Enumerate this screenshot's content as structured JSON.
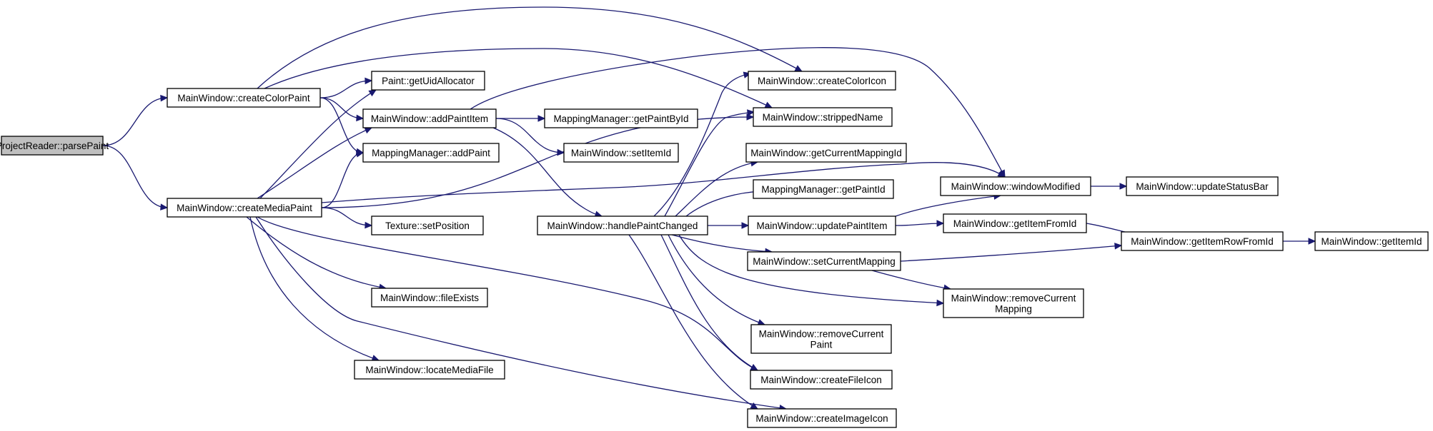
{
  "nodes": [
    {
      "id": "parsePaint",
      "lines": [
        "ProjectReader::parsePaint"
      ],
      "root": true
    },
    {
      "id": "createColorPaint",
      "lines": [
        "MainWindow::createColorPaint"
      ]
    },
    {
      "id": "createMediaPaint",
      "lines": [
        "MainWindow::createMediaPaint"
      ]
    },
    {
      "id": "getUidAllocator",
      "lines": [
        "Paint::getUidAllocator"
      ]
    },
    {
      "id": "addPaintItem",
      "lines": [
        "MainWindow::addPaintItem"
      ]
    },
    {
      "id": "addPaint",
      "lines": [
        "MappingManager::addPaint"
      ]
    },
    {
      "id": "setPosition",
      "lines": [
        "Texture::setPosition"
      ]
    },
    {
      "id": "fileExists",
      "lines": [
        "MainWindow::fileExists"
      ]
    },
    {
      "id": "locateMediaFile",
      "lines": [
        "MainWindow::locateMediaFile"
      ]
    },
    {
      "id": "getPaintById",
      "lines": [
        "MappingManager::getPaintById"
      ]
    },
    {
      "id": "setItemId",
      "lines": [
        "MainWindow::setItemId"
      ]
    },
    {
      "id": "handlePaintChanged",
      "lines": [
        "MainWindow::handlePaintChanged"
      ]
    },
    {
      "id": "createColorIcon",
      "lines": [
        "MainWindow::createColorIcon"
      ]
    },
    {
      "id": "strippedName",
      "lines": [
        "MainWindow::strippedName"
      ]
    },
    {
      "id": "getCurrentMappingId",
      "lines": [
        "MainWindow::getCurrentMappingId"
      ]
    },
    {
      "id": "getPaintId",
      "lines": [
        "MappingManager::getPaintId"
      ]
    },
    {
      "id": "updatePaintItem",
      "lines": [
        "MainWindow::updatePaintItem"
      ]
    },
    {
      "id": "setCurrentMapping",
      "lines": [
        "MainWindow::setCurrentMapping"
      ]
    },
    {
      "id": "removeCurrentPaint",
      "lines": [
        "MainWindow::removeCurrent",
        "Paint"
      ]
    },
    {
      "id": "createFileIcon",
      "lines": [
        "MainWindow::createFileIcon"
      ]
    },
    {
      "id": "createImageIcon",
      "lines": [
        "MainWindow::createImageIcon"
      ]
    },
    {
      "id": "windowModified",
      "lines": [
        "MainWindow::windowModified"
      ]
    },
    {
      "id": "getItemFromId",
      "lines": [
        "MainWindow::getItemFromId"
      ]
    },
    {
      "id": "removeCurrentMapping",
      "lines": [
        "MainWindow::removeCurrent",
        "Mapping"
      ]
    },
    {
      "id": "updateStatusBar",
      "lines": [
        "MainWindow::updateStatusBar"
      ]
    },
    {
      "id": "getItemRowFromId",
      "lines": [
        "MainWindow::getItemRowFromId"
      ]
    },
    {
      "id": "getItemId",
      "lines": [
        "MainWindow::getItemId"
      ]
    }
  ],
  "edges": [
    [
      "parsePaint",
      "createColorPaint"
    ],
    [
      "parsePaint",
      "createMediaPaint"
    ],
    [
      "createColorPaint",
      "getUidAllocator"
    ],
    [
      "createColorPaint",
      "addPaintItem"
    ],
    [
      "createColorPaint",
      "addPaint"
    ],
    [
      "createColorPaint",
      "createColorIcon"
    ],
    [
      "createColorPaint",
      "strippedName"
    ],
    [
      "createMediaPaint",
      "getUidAllocator"
    ],
    [
      "createMediaPaint",
      "addPaintItem"
    ],
    [
      "createMediaPaint",
      "addPaint"
    ],
    [
      "createMediaPaint",
      "setPosition"
    ],
    [
      "createMediaPaint",
      "fileExists"
    ],
    [
      "createMediaPaint",
      "locateMediaFile"
    ],
    [
      "createMediaPaint",
      "createFileIcon"
    ],
    [
      "createMediaPaint",
      "createImageIcon"
    ],
    [
      "createMediaPaint",
      "windowModified"
    ],
    [
      "createMediaPaint",
      "strippedName"
    ],
    [
      "addPaintItem",
      "getPaintById"
    ],
    [
      "addPaintItem",
      "setItemId"
    ],
    [
      "addPaintItem",
      "handlePaintChanged"
    ],
    [
      "addPaintItem",
      "windowModified"
    ],
    [
      "handlePaintChanged",
      "createColorIcon"
    ],
    [
      "handlePaintChanged",
      "strippedName"
    ],
    [
      "handlePaintChanged",
      "getCurrentMappingId"
    ],
    [
      "handlePaintChanged",
      "getPaintId"
    ],
    [
      "handlePaintChanged",
      "updatePaintItem"
    ],
    [
      "handlePaintChanged",
      "setCurrentMapping"
    ],
    [
      "handlePaintChanged",
      "removeCurrentPaint"
    ],
    [
      "handlePaintChanged",
      "createFileIcon"
    ],
    [
      "handlePaintChanged",
      "createImageIcon"
    ],
    [
      "handlePaintChanged",
      "removeCurrentMapping"
    ],
    [
      "updatePaintItem",
      "windowModified"
    ],
    [
      "updatePaintItem",
      "getItemFromId"
    ],
    [
      "setCurrentMapping",
      "removeCurrentMapping"
    ],
    [
      "setCurrentMapping",
      "getItemRowFromId"
    ],
    [
      "windowModified",
      "updateStatusBar"
    ],
    [
      "getItemFromId",
      "getItemRowFromId"
    ],
    [
      "getItemRowFromId",
      "getItemId"
    ]
  ]
}
